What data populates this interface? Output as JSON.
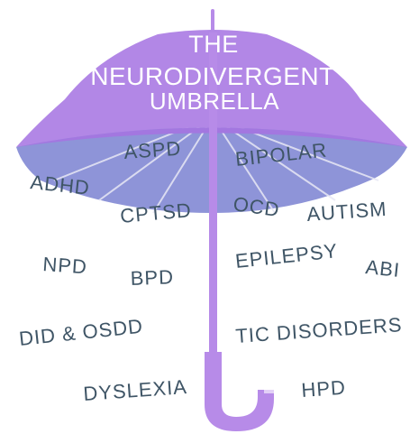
{
  "title": {
    "line1": "THE",
    "line2": "NEURODIVERGENT",
    "line3": "UMBRELLA"
  },
  "colors": {
    "canopy_top": "#b287e6",
    "canopy_band": "#a377e0",
    "canopy_underside": "#8e94d8",
    "handle": "#b78be8",
    "text": "#3f5566",
    "ribs": "#e8e8f5"
  },
  "conditions": {
    "aspd": "ASPD",
    "bipolar": "BIPOLAR",
    "adhd": "ADHD",
    "cptsd": "CPTSD",
    "ocd": "OCD",
    "autism": "AUTISM",
    "npd": "NPD",
    "bpd": "BPD",
    "epilepsy": "EPILEPSY",
    "abi": "ABI",
    "did_osdd": "DID & OSDD",
    "tic_disorders": "TIC DISORDERS",
    "dyslexia": "DYSLEXIA",
    "hpd": "HPD"
  }
}
